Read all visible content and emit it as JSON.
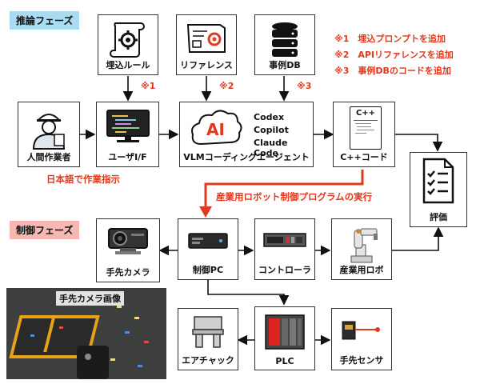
{
  "phases": {
    "inference": {
      "label": "推論フェーズ",
      "color": "#a9dcf3"
    },
    "control": {
      "label": "制御フェーズ",
      "color": "#f6b8b2"
    }
  },
  "notes": [
    "※1　埋込プロンプトを追加",
    "※2　APIリファレンスを追加",
    "※3　事例DBのコードを追加"
  ],
  "marks": {
    "m1": "※1",
    "m2": "※2",
    "m3": "※3"
  },
  "boxes": {
    "rules": "埋込ルール",
    "reference": "リファレンス",
    "casedb": "事例DB",
    "worker": "人間作業者",
    "ui": "ユーザI/F",
    "vlm": "VLMコーディングエージェント",
    "cpp": "C++コード",
    "eval": "評価",
    "hand_camera": "手先カメラ",
    "control_pc": "制御PC",
    "controller": "コントローラ",
    "robot": "産業用ロボ",
    "air_chuck": "エアチャック",
    "plc": "PLC",
    "hand_sensor": "手先センサ"
  },
  "ai": {
    "badge": "AI",
    "tools": [
      "Codex",
      "Copilot",
      "Claude Code"
    ]
  },
  "cpp_icon": {
    "title": "C++"
  },
  "instruction": "日本語で作業指示",
  "execute": "産業用ロボット制御プログラムの実行",
  "camera_image_title": "手先カメラ画像",
  "accent": "#e03a1e"
}
